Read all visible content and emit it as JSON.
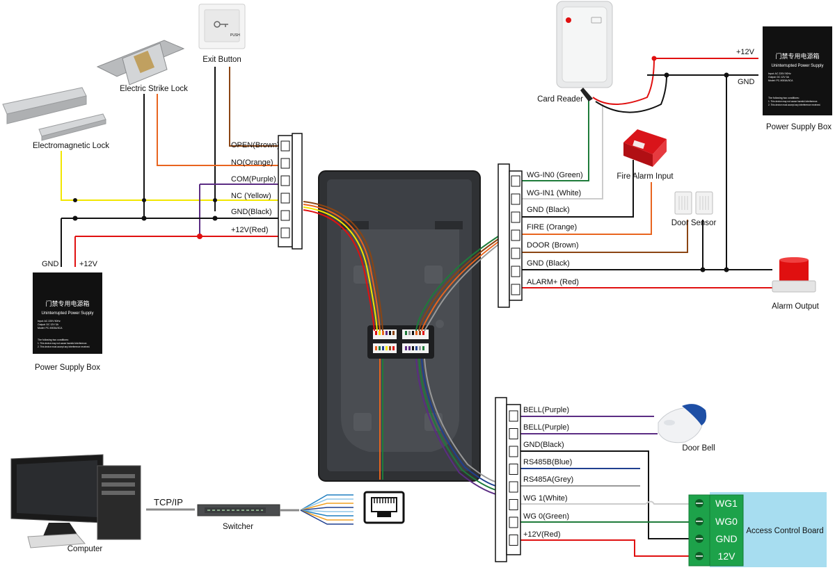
{
  "left_block": {
    "terminals": [
      {
        "label": "OPEN(Brown)",
        "color": "#8B4513"
      },
      {
        "label": "NO(Orange)",
        "color": "#E8641E"
      },
      {
        "label": "COM(Purple)",
        "color": "#5B2C83"
      },
      {
        "label": "NC (Yellow)",
        "color": "#F2E600"
      },
      {
        "label": "GND(Black)",
        "color": "#111111"
      },
      {
        "label": "+12V(Red)",
        "color": "#E01010"
      }
    ]
  },
  "right_top_block": {
    "terminals": [
      {
        "label": "WG-IN0 (Green)",
        "color": "#1E7B3A"
      },
      {
        "label": "WG-IN1 (White)",
        "color": "#cccccc"
      },
      {
        "label": "GND (Black)",
        "color": "#111111"
      },
      {
        "label": "FIRE (Orange)",
        "color": "#E8641E"
      },
      {
        "label": "DOOR (Brown)",
        "color": "#8B4513"
      },
      {
        "label": "GND (Black)",
        "color": "#111111"
      },
      {
        "label": "ALARM+ (Red)",
        "color": "#E01010"
      }
    ]
  },
  "right_bottom_block": {
    "terminals": [
      {
        "label": "BELL(Purple)",
        "color": "#5B2C83"
      },
      {
        "label": "BELL(Purple)",
        "color": "#5B2C83"
      },
      {
        "label": "GND(Black)",
        "color": "#111111"
      },
      {
        "label": "RS485B(Blue)",
        "color": "#1F3F8F"
      },
      {
        "label": "RS485A(Grey)",
        "color": "#999999"
      },
      {
        "label": "WG 1(White)",
        "color": "#cccccc"
      },
      {
        "label": "WG 0(Green)",
        "color": "#1E7B3A"
      },
      {
        "label": "+12V(Red)",
        "color": "#E01010"
      }
    ]
  },
  "devices": {
    "exit_button": "Exit Button",
    "exit_button_push": "PUSH",
    "electric_strike_lock": "Electric Strike Lock",
    "electromagnetic_lock": "Electromagnetic Lock",
    "card_reader": "Card Reader",
    "fire_alarm_input": "Fire Alarm Input",
    "door_sensor": "Door Sensor",
    "alarm_output": "Alarm Output",
    "door_bell": "Door Bell",
    "computer": "Computer",
    "switcher": "Switcher",
    "tcp_ip": "TCP/IP",
    "left_gnd": "GND",
    "left_12v": "+12V",
    "right_12v": "+12V",
    "right_gnd": "GND"
  },
  "power_supply": {
    "caption": "Power Supply Box",
    "chinese_title": "门禁专用电源箱",
    "english_title": "Uninterrupted Power Supply",
    "input": "Input:  AC 220V 50Hz",
    "output": "Output:  DC 12V 3A",
    "model": "Model:  PC-9003A/3CA",
    "conditions_title": "The following two conditions:",
    "condition_1": "1. This device may not cause harmful interference.",
    "condition_2": "2. This device must accept any interference received."
  },
  "access_board": {
    "title": "Access Control Board",
    "pins": [
      "WG1",
      "WG0",
      "GND",
      "12V"
    ]
  },
  "colors": {
    "black": "#111111",
    "red": "#E01010",
    "yellow": "#F2E600",
    "orange": "#E8641E",
    "purple": "#5B2C83",
    "brown": "#8B4513",
    "green": "#1E7B3A",
    "board_fill": "#A7DDF0",
    "terminal_green": "#1DA24A"
  }
}
